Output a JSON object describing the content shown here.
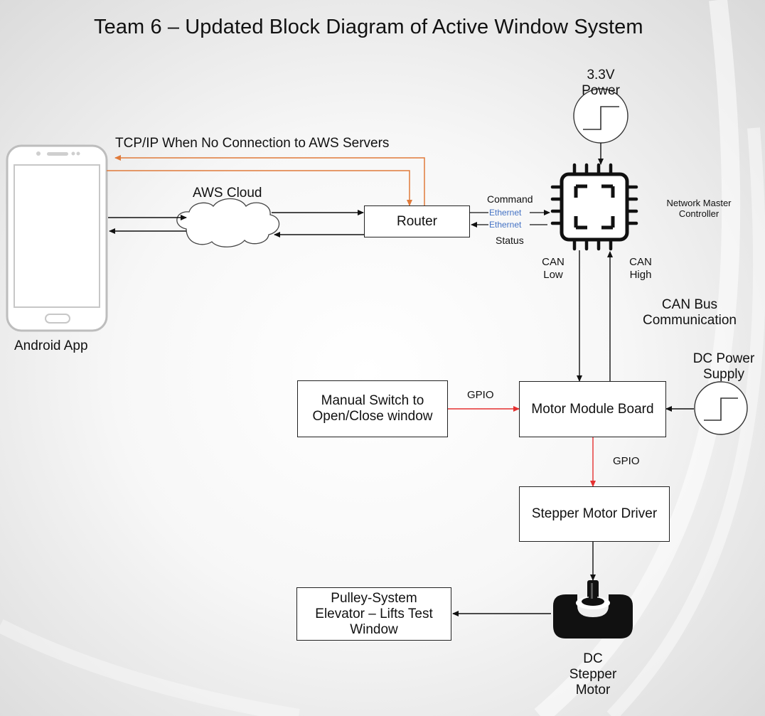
{
  "title": "Team 6 – Updated Block Diagram of Active Window System",
  "colors": {
    "orange_link": "#e07a3a",
    "gpio_link": "#e53030",
    "ethernet_text": "#4472c4"
  },
  "nodes": {
    "android_app": "Android App",
    "aws_cloud": "AWS Cloud",
    "router": "Router",
    "power_3v3": {
      "line1": "3.3V",
      "line2": "Power"
    },
    "network_master": {
      "line1": "Network Master",
      "line2": "Controller"
    },
    "manual_switch": {
      "line1": "Manual Switch to",
      "line2": "Open/Close window"
    },
    "motor_module": "Motor Module Board",
    "dc_power": {
      "line1": "DC Power",
      "line2": "Supply"
    },
    "stepper_driver": "Stepper Motor Driver",
    "pulley": {
      "line1": "Pulley-System",
      "line2": "Elevator – Lifts Test",
      "line3": "Window"
    },
    "stepper_motor": {
      "line1": "DC",
      "line2": "Stepper",
      "line3": "Motor"
    }
  },
  "edge_labels": {
    "tcpip": "TCP/IP When No Connection to AWS Servers",
    "command": "Command",
    "status": "Status",
    "ethernet_top": "Ethernet",
    "ethernet_bottom": "Ethernet",
    "can_low": {
      "line1": "CAN",
      "line2": "Low"
    },
    "can_high": {
      "line1": "CAN",
      "line2": "High"
    },
    "can_bus": {
      "line1": "CAN Bus",
      "line2": "Communication"
    },
    "gpio_switch": "GPIO",
    "gpio_driver": "GPIO"
  }
}
